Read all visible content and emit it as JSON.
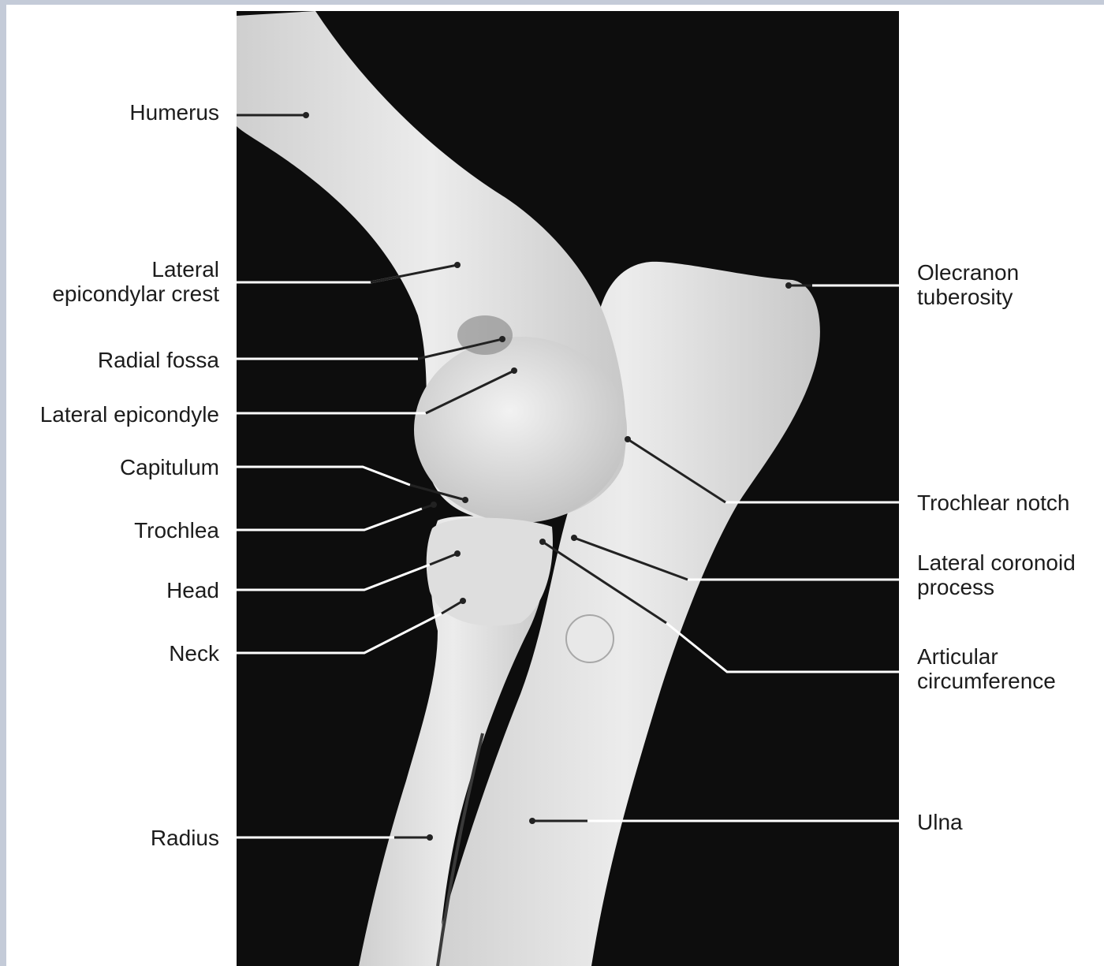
{
  "labels": {
    "humerus": "Humerus",
    "lateral_epicondylar_crest": "Lateral\nepicondylar crest",
    "radial_fossa": "Radial fossa",
    "lateral_epicondyle": "Lateral epicondyle",
    "capitulum": "Capitulum",
    "trochlea": "Trochlea",
    "head": "Head",
    "neck": "Neck",
    "radius": "Radius",
    "olecranon_tuberosity": "Olecranon\ntuberosity",
    "trochlear_notch": "Trochlear notch",
    "lateral_coronoid_process": "Lateral coronoid\nprocess",
    "articular_circumference": "Articular\ncircumference",
    "ulna": "Ulna"
  },
  "colors": {
    "background": "#0d0d0d",
    "bone": "#e4e4e4",
    "bone_shadow": "#b7b7b7",
    "leader_line": "#ffffff",
    "frame": "#c4cbd8"
  }
}
